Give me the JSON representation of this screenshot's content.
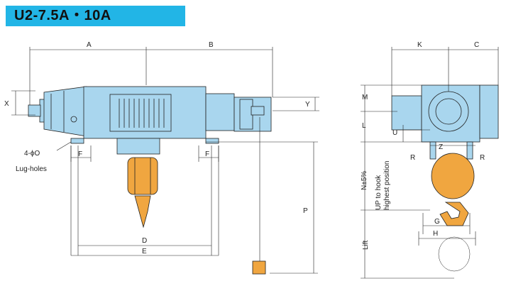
{
  "title": "U2-7.5A・10A",
  "colors": {
    "title_bar": "#22b5e6",
    "body": "#a9d6ee",
    "hook": "#f0a640",
    "line": "#222222"
  },
  "side_view": {
    "dims": {
      "A": "A",
      "B": "B",
      "X": "X",
      "Y": "Y",
      "F_left": "F",
      "F_right": "F",
      "D": "D",
      "E": "E",
      "P": "P"
    },
    "lug_label": "4-ϕO",
    "lug_sub": "Lug-holes"
  },
  "end_view": {
    "dims": {
      "K": "K",
      "C": "C",
      "M": "M",
      "L": "L",
      "U": "U",
      "Z": "Z",
      "R_left": "R",
      "R_right": "R",
      "G": "G",
      "H": "H",
      "N": "N±5%",
      "lift": "Lift"
    },
    "up_label_1": "UP to hook",
    "up_label_2": "highest position"
  }
}
